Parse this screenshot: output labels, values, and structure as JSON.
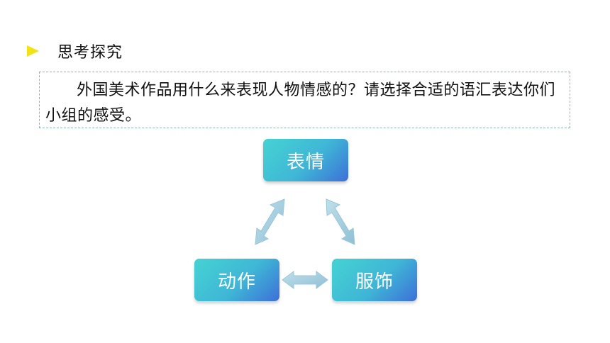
{
  "heading": {
    "title": "思考探究",
    "marker_color": "#f2e318"
  },
  "question": {
    "text": "外国美术作品用什么来表现人物情感的？请选择合适的语汇表达你们小组的感受。"
  },
  "diagram": {
    "nodes": {
      "top": "表情",
      "left": "动作",
      "right": "服饰"
    },
    "node_gradient": [
      "#45d3d3",
      "#3d6fd8"
    ],
    "arrow_color": "#a8cfe0"
  }
}
